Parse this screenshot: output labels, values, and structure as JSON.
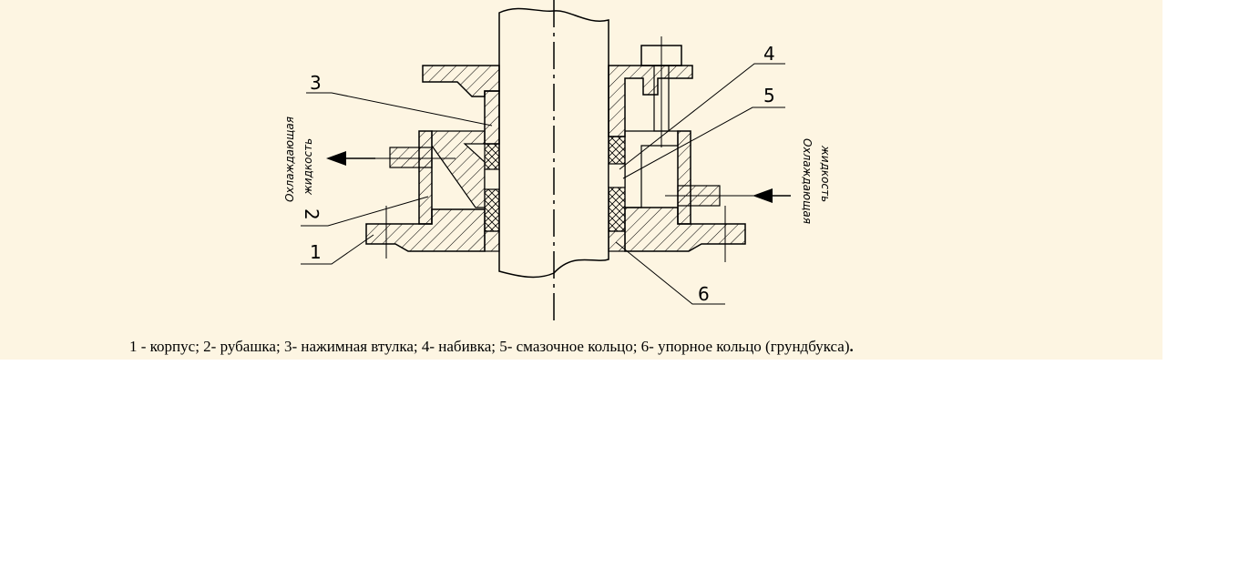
{
  "diagram": {
    "labels": {
      "n1": "1",
      "n2": "2",
      "n3": "3",
      "n4": "4",
      "n5": "5",
      "n6": "6"
    },
    "left_fluid": [
      "Охлаждающая",
      "жидкость"
    ],
    "right_fluid": [
      "Охлаждающая",
      "жидкость"
    ],
    "caption_main": "1 - корпус; 2- рубашка; 3- нажимная втулка; 4- набивка; 5- смазочное кольцо; 6- упорное кольцо (грундбукса)",
    "caption_end": "."
  }
}
